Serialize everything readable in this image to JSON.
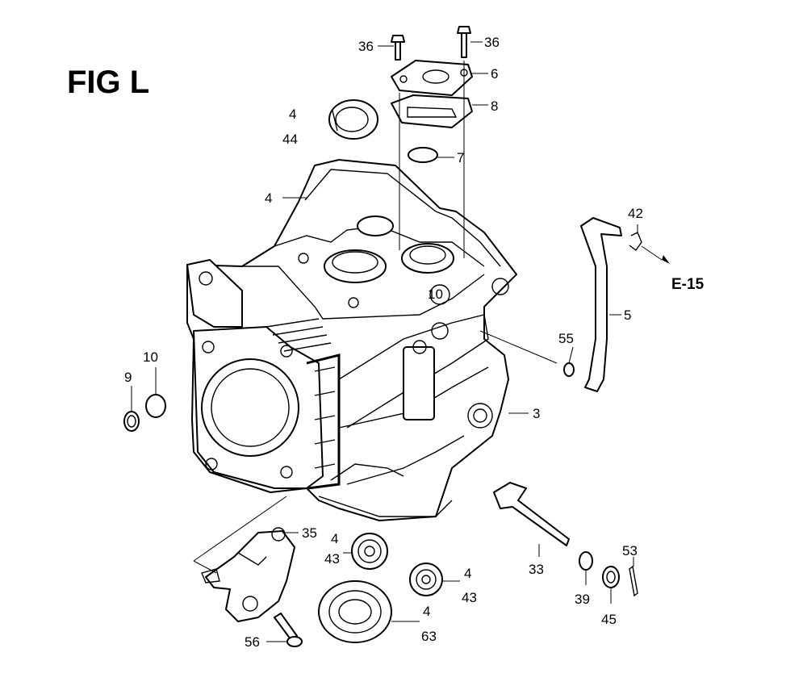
{
  "figure": {
    "title": "FIG L",
    "colors": {
      "ink": "#000000",
      "paper": "#ffffff"
    }
  },
  "callouts": [
    {
      "id": "c36a",
      "text": "36"
    },
    {
      "id": "c36b",
      "text": "36"
    },
    {
      "id": "c6",
      "text": "6"
    },
    {
      "id": "c8",
      "text": "8"
    },
    {
      "id": "c4a",
      "text": "4"
    },
    {
      "id": "c44",
      "text": "44"
    },
    {
      "id": "c7",
      "text": "7"
    },
    {
      "id": "c4b",
      "text": "4"
    },
    {
      "id": "c42",
      "text": "42"
    },
    {
      "id": "c5",
      "text": "5"
    },
    {
      "id": "c55",
      "text": "55"
    },
    {
      "id": "c10",
      "text": "10"
    },
    {
      "id": "c9",
      "text": "9"
    },
    {
      "id": "c3",
      "text": "3"
    },
    {
      "id": "c35",
      "text": "35"
    },
    {
      "id": "c4c",
      "text": "4"
    },
    {
      "id": "c43a",
      "text": "43"
    },
    {
      "id": "c4d",
      "text": "4"
    },
    {
      "id": "c43b",
      "text": "43"
    },
    {
      "id": "c4e",
      "text": "4"
    },
    {
      "id": "c63",
      "text": "63"
    },
    {
      "id": "c33",
      "text": "33"
    },
    {
      "id": "c39",
      "text": "39"
    },
    {
      "id": "c53",
      "text": "53"
    },
    {
      "id": "c45",
      "text": "45"
    },
    {
      "id": "c56",
      "text": "56"
    }
  ],
  "references": [
    {
      "id": "refE15",
      "text": "E-15"
    }
  ]
}
